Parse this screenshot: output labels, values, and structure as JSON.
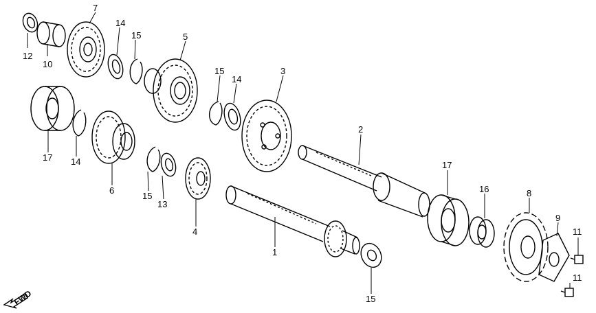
{
  "parts": [
    {
      "id": "p1",
      "label": "1"
    },
    {
      "id": "p2",
      "label": "2"
    },
    {
      "id": "p3",
      "label": "3"
    },
    {
      "id": "p4",
      "label": "4"
    },
    {
      "id": "p5",
      "label": "5"
    },
    {
      "id": "p6",
      "label": "6"
    },
    {
      "id": "p7",
      "label": "7"
    },
    {
      "id": "p8",
      "label": "8"
    },
    {
      "id": "p9",
      "label": "9"
    },
    {
      "id": "p10",
      "label": "10"
    },
    {
      "id": "p11a",
      "label": "11"
    },
    {
      "id": "p11b",
      "label": "11"
    },
    {
      "id": "p12",
      "label": "12"
    },
    {
      "id": "p13",
      "label": "13"
    },
    {
      "id": "p14a",
      "label": "14"
    },
    {
      "id": "p14b",
      "label": "14"
    },
    {
      "id": "p14c",
      "label": "14"
    },
    {
      "id": "p15a",
      "label": "15"
    },
    {
      "id": "p15b",
      "label": "15"
    },
    {
      "id": "p15c",
      "label": "15"
    },
    {
      "id": "p15d",
      "label": "15"
    },
    {
      "id": "p16",
      "label": "16"
    },
    {
      "id": "p17a",
      "label": "17"
    },
    {
      "id": "p17b",
      "label": "17"
    }
  ],
  "direction_label": "FWD"
}
